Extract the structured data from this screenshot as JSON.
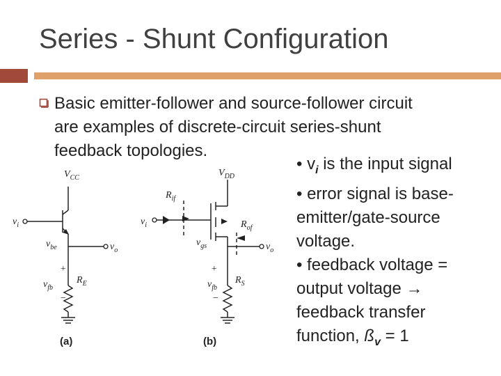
{
  "slide": {
    "title": "Series - Shunt Configuration",
    "bullet_icon": "hollow-square-bullet",
    "body_line1": "Basic emitter-follower and source-follower circuit",
    "body_line2": "are examples of discrete-circuit series-shunt",
    "body_line3": "feedback topologies.",
    "accent_left_color": "#a24a3a",
    "accent_right_color": "#e0a06a"
  },
  "notes": {
    "line1_pre": "• v",
    "line1_sub": "i",
    "line1_post": " is the input signal",
    "line2": "• error signal is base-",
    "line3": "emitter/gate-source",
    "line4": "voltage.",
    "line5": "• feedback voltage =",
    "line6": "output voltage",
    "line6_arrow": "→",
    "line7": "feedback transfer",
    "line8_pre": "function, ",
    "line8_beta": "ß",
    "line8_sub": "v",
    "line8_post": " = 1"
  },
  "circuit_a": {
    "caption": "(a)",
    "vcc": "V",
    "vcc_sub": "CC",
    "vi": "v",
    "vi_sub": "i",
    "vbe": "v",
    "vbe_sub": "be",
    "vo": "v",
    "vo_sub": "o",
    "vfb": "v",
    "vfb_sub": "fb",
    "re": "R",
    "re_sub": "E",
    "plus": "+",
    "minus": "−"
  },
  "circuit_b": {
    "caption": "(b)",
    "vdd": "V",
    "vdd_sub": "DD",
    "rif": "R",
    "rif_sub": "if",
    "vi": "v",
    "vi_sub": "i",
    "rof": "R",
    "rof_sub": "of",
    "vgs": "v",
    "vgs_sub": "gs",
    "vo": "v",
    "vo_sub": "o",
    "vfb": "v",
    "vfb_sub": "fb",
    "rs": "R",
    "rs_sub": "S",
    "plus": "+",
    "minus": "−"
  }
}
